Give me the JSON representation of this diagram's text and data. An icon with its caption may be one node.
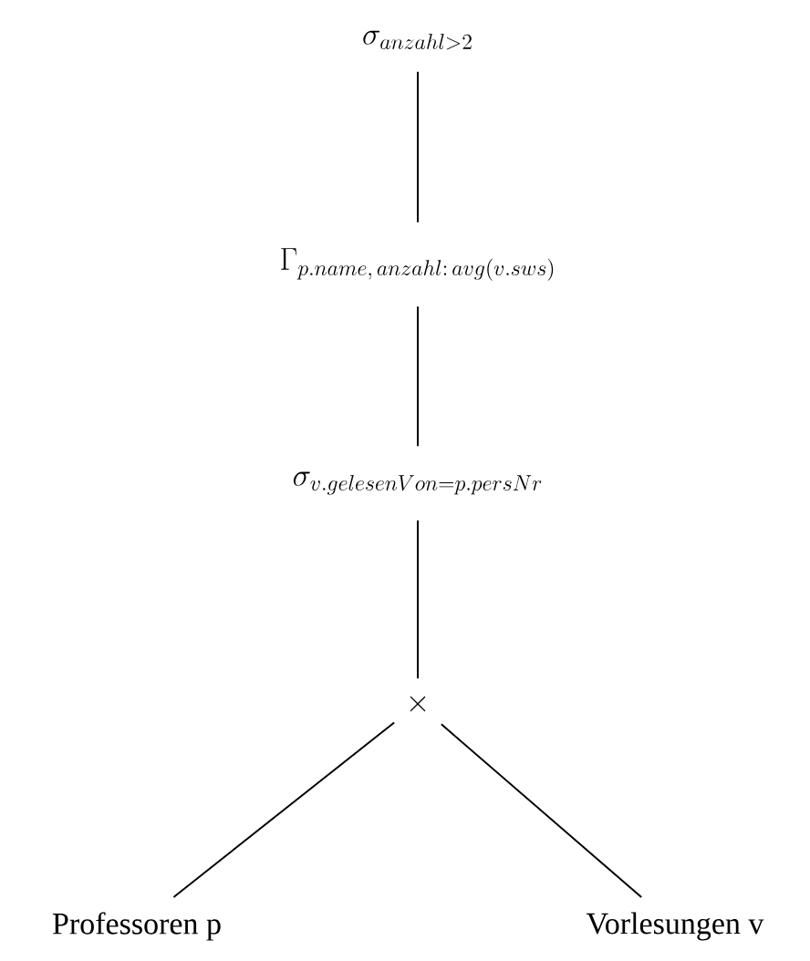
{
  "diagram": {
    "nodes": [
      {
        "text": [
          "\\sigma_{anzahl>2}"
        ]
      },
      {
        "text": [
          "\\Gamma_{p.name,\\, anzahl\\colon\\, avg(v.sws)}"
        ]
      },
      {
        "text": [
          "\\sigma_{v.gelesenVon=p.persNr}"
        ]
      },
      {
        "text": [
          "\\times"
        ]
      },
      {
        "text": [
          "Professoren p"
        ]
      },
      {
        "text": [
          "Vorlesungen v"
        ]
      }
    ],
    "edges": [
      {
        "from": 0,
        "to": 1,
        "arrow": "none"
      },
      {
        "from": 1,
        "to": 2,
        "arrow": "none"
      },
      {
        "from": 2,
        "to": 3,
        "arrow": "none"
      },
      {
        "from": 3,
        "to": 4,
        "arrow": "none"
      },
      {
        "from": 3,
        "to": 5,
        "arrow": "none"
      }
    ]
  }
}
